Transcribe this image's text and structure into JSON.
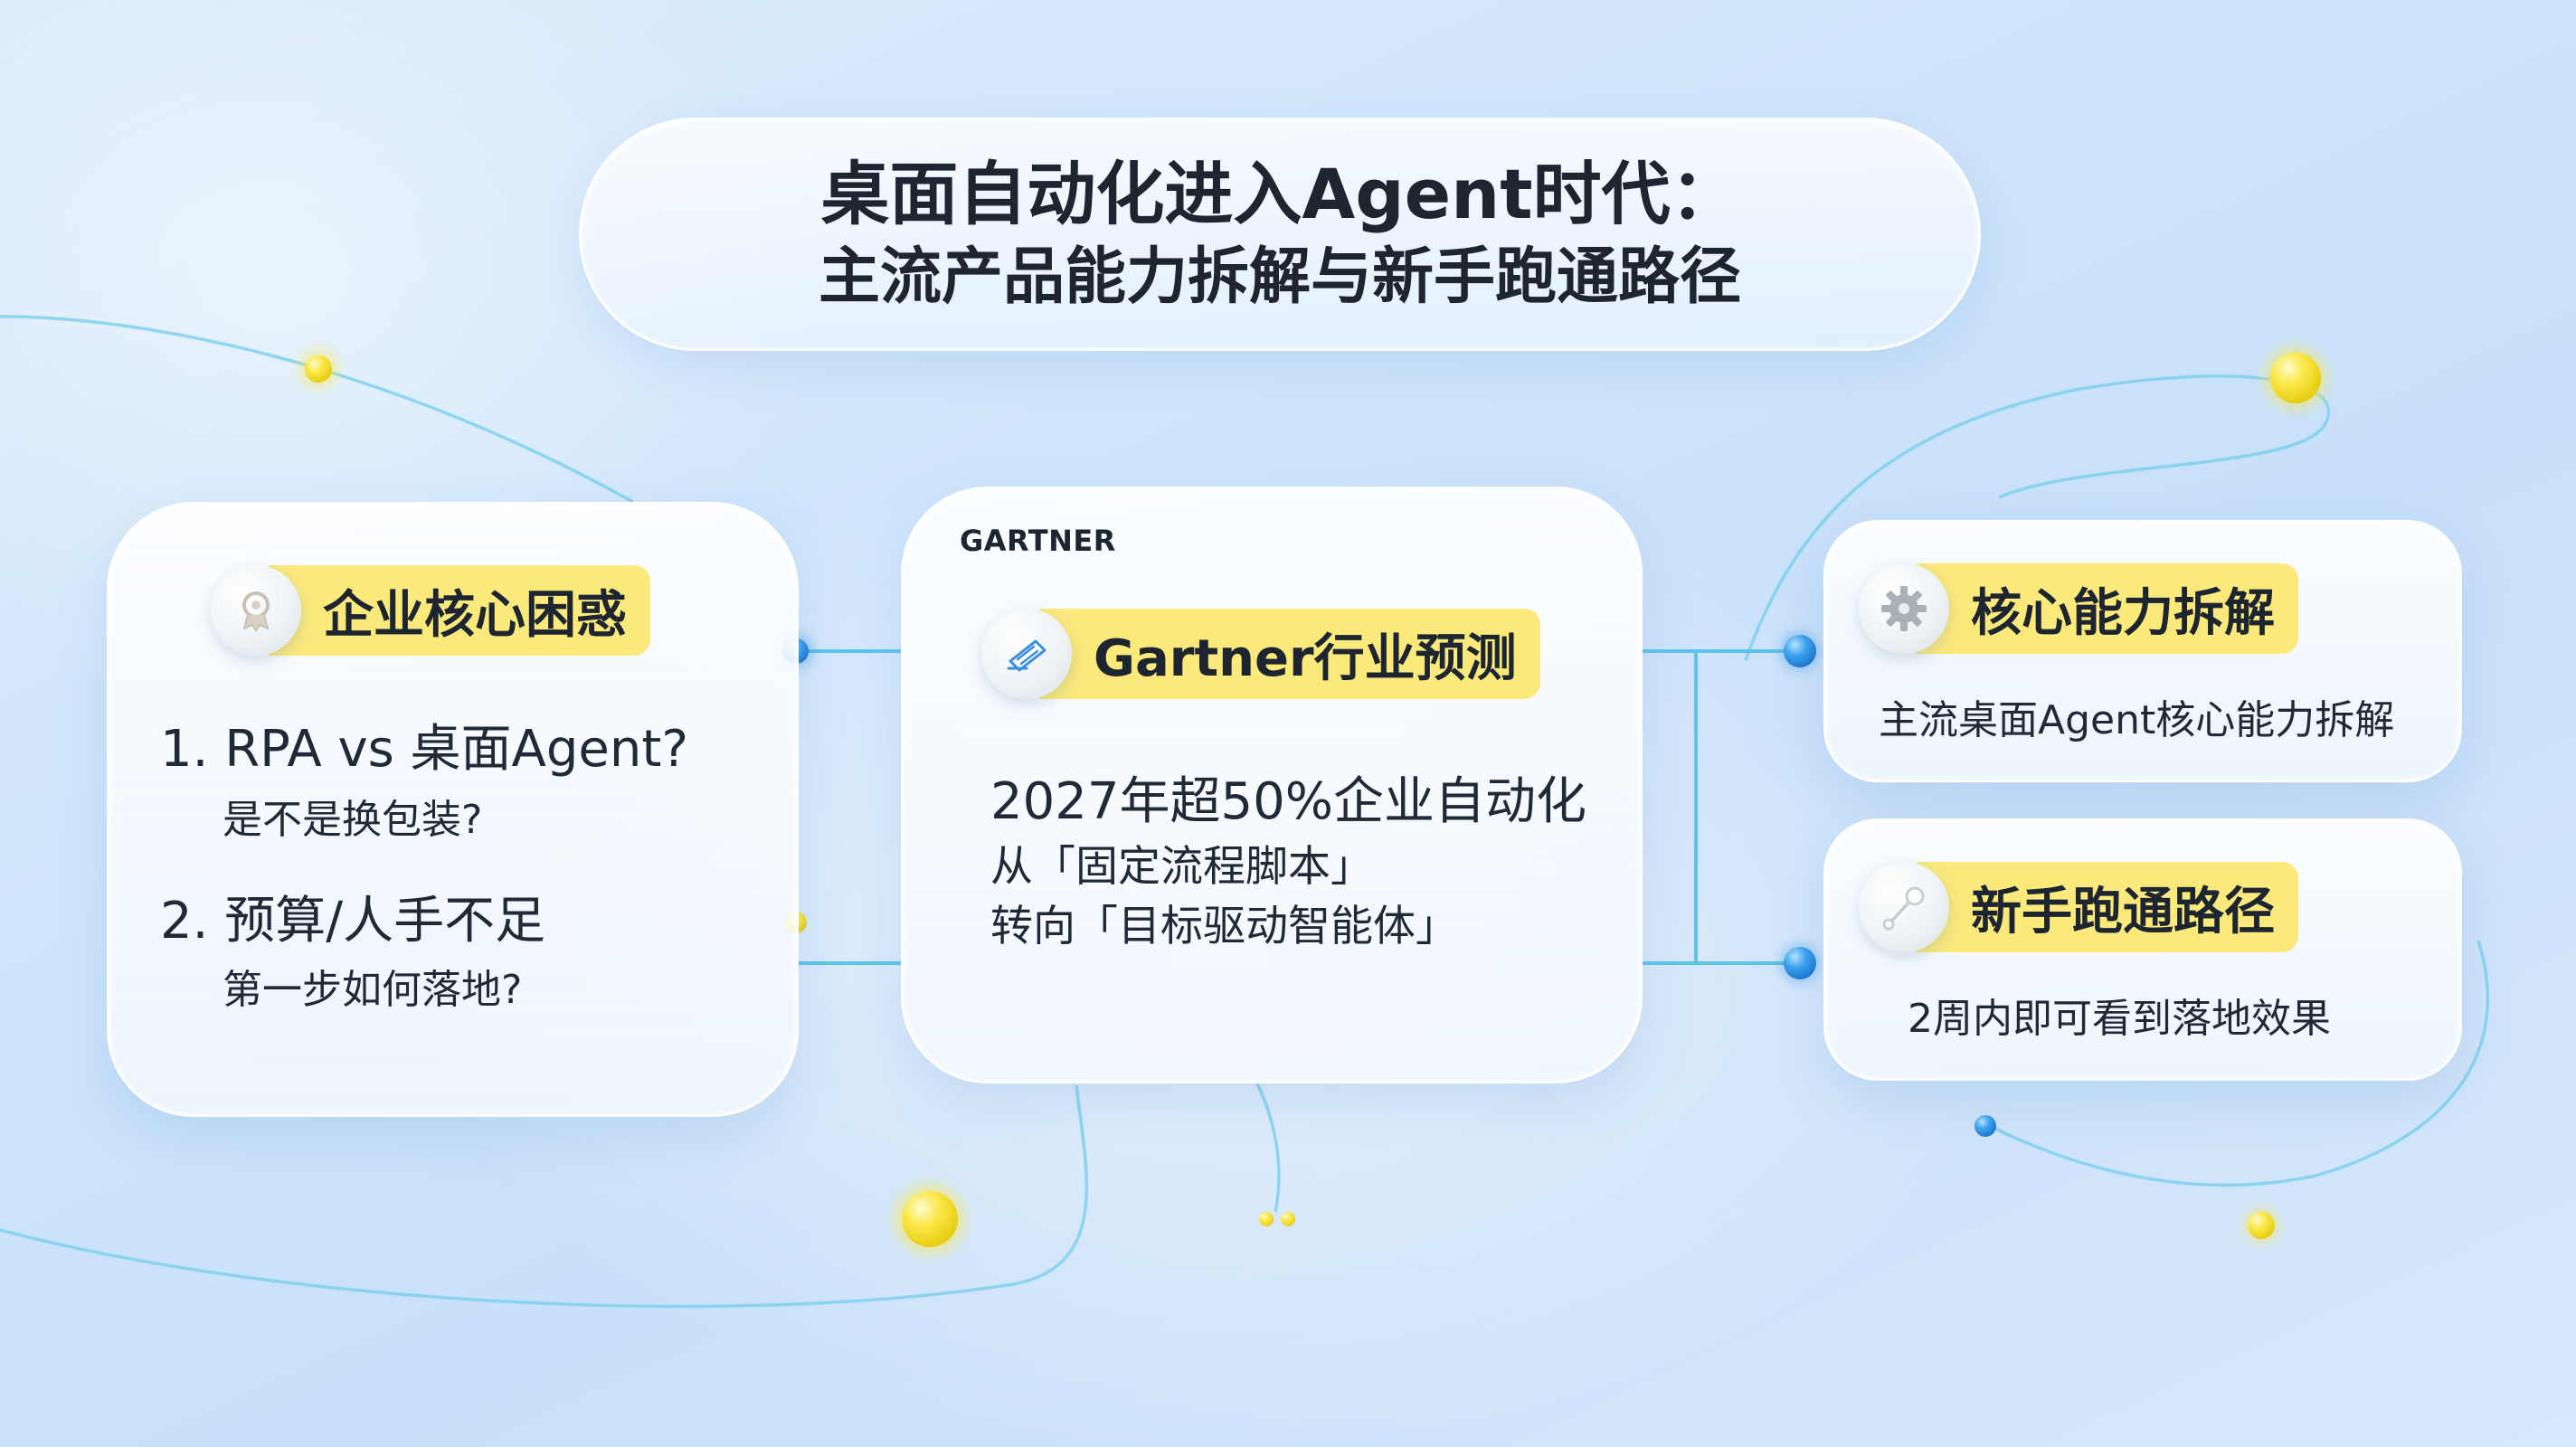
{
  "title": {
    "line1": "桌面自动化进入Agent时代：",
    "line2": "主流产品能力拆解与新手跑通路径"
  },
  "left_card": {
    "tag": "企业核心困惑",
    "tag_icon": "medal-icon",
    "items": [
      {
        "main": "1. RPA vs 桌面Agent?",
        "sub": "是不是换包装?"
      },
      {
        "main": "2. 预算/人手不足",
        "sub": "第一步如何落地?"
      }
    ]
  },
  "center_card": {
    "brand": "GARTNER",
    "tag": "Gartner行业预测",
    "tag_icon": "document-icon",
    "lines": [
      "2027年超50%企业自动化",
      "从「固定流程脚本」",
      "转向「目标驱动智能体」"
    ]
  },
  "right_cards": [
    {
      "tag": "核心能力拆解",
      "tag_icon": "gear-icon",
      "desc": "主流桌面Agent核心能力拆解"
    },
    {
      "tag": "新手跑通路径",
      "tag_icon": "wrench-icon",
      "desc": "2周内即可看到落地效果"
    }
  ],
  "colors": {
    "tag_highlight": "#fbe97c",
    "connector": "#5ec3ea",
    "node_blue": "#2f93e4",
    "node_yellow": "#f7e32a"
  }
}
